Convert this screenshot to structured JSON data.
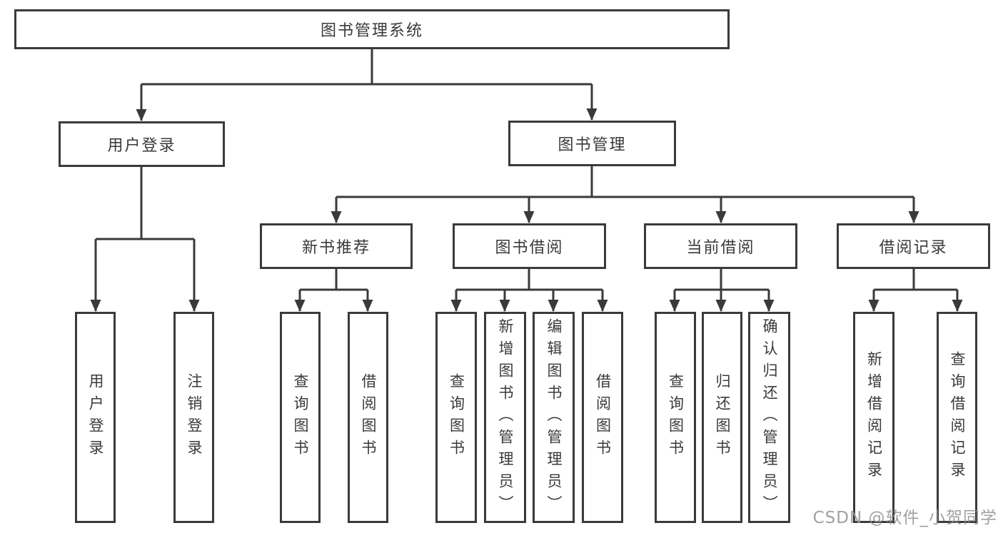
{
  "diagram": {
    "title": "图书管理系统",
    "tree": {
      "root": "图书管理系统",
      "login": {
        "label": "用户登录",
        "children": [
          "用户登录",
          "注销登录"
        ]
      },
      "mgmt": {
        "label": "图书管理",
        "sections": [
          {
            "label": "新书推荐",
            "children": [
              "查询图书",
              "借阅图书"
            ]
          },
          {
            "label": "图书借阅",
            "children": [
              "查询图书",
              "新增图书（管理员）",
              "编辑图书（管理员）",
              "借阅图书"
            ]
          },
          {
            "label": "当前借阅",
            "children": [
              "查询图书",
              "归还图书",
              "确认归还（管理员）"
            ]
          },
          {
            "label": "借阅记录",
            "children": [
              "新增借阅记录",
              "查询借阅记录"
            ]
          }
        ]
      }
    }
  },
  "watermark": {
    "text": "CSDN @软件_小贺同学",
    "color": "#949494"
  },
  "colors": {
    "line": "#3a3a3a",
    "box_border": "#3a3a3a",
    "background": "#ffffff"
  }
}
